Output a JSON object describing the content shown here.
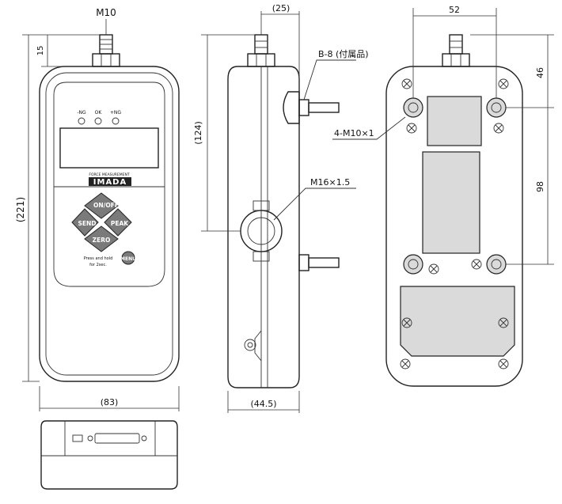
{
  "dimensions": {
    "thread_top": "M10",
    "connector_height": "15",
    "total_length": "(221)",
    "width_front": "(83)",
    "side_offset": "(25)",
    "side_upper": "(124)",
    "side_depth": "(44.5)",
    "accessory": "B-8 (付属品)",
    "center_thread": "M16×1.5",
    "hole_spacing_x": "52",
    "top_to_hole": "46",
    "hole_spacing_y": "98",
    "mount_holes": "4-M10×1"
  },
  "front_panel": {
    "indicator_minus": "-NG",
    "indicator_ok": "OK",
    "indicator_plus": "+NG",
    "brand_small": "FORCE MEASUREMENT",
    "brand": "IMADA",
    "btn_up": "ON/OFF",
    "btn_left": "SEND",
    "btn_right": "PEAK",
    "btn_down": "ZERO",
    "menu_hint": "Press and hold",
    "menu_hint2": "for 2sec.",
    "menu_label": "MENU"
  },
  "colors": {
    "line": "#222222",
    "button_fill": "#7a7a7a",
    "view_fill": "#dadada"
  }
}
